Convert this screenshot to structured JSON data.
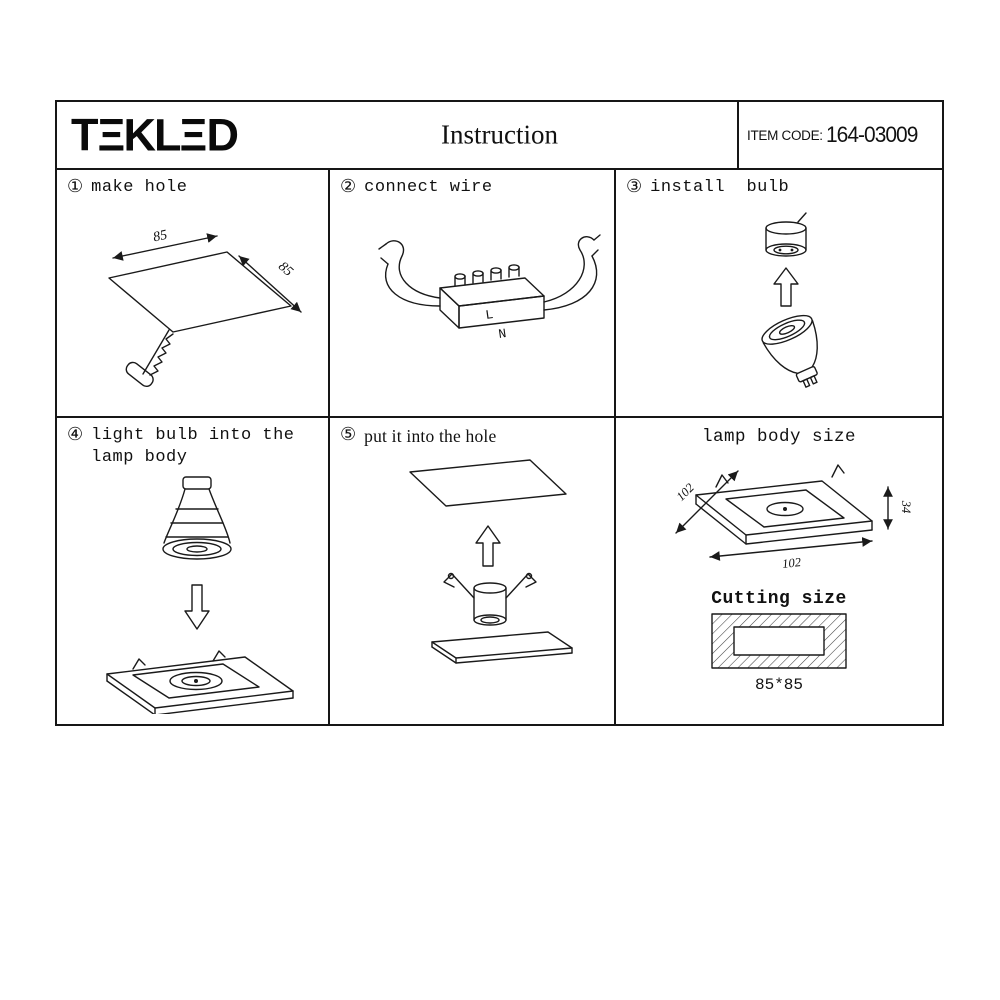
{
  "header": {
    "logo": "TEKLED",
    "title": "Instruction",
    "item_code_label": "ITEM CODE:",
    "item_code_value": "164-03009"
  },
  "steps": {
    "s1": {
      "num": "①",
      "label": "make hole",
      "dim_a": "85",
      "dim_b": "85"
    },
    "s2": {
      "num": "②",
      "label": "connect wire",
      "live": "L",
      "neutral": "N"
    },
    "s3": {
      "num": "③",
      "label": "install  bulb"
    },
    "s4": {
      "num": "④",
      "label": "light bulb into the\nlamp body"
    },
    "s5": {
      "num": "⑤",
      "label": "put it into the hole"
    }
  },
  "size_panel": {
    "lamp_title": "lamp body size",
    "dim_left": "102",
    "dim_bottom": "102",
    "dim_right": "34",
    "cutting_title": "Cutting size",
    "cutting_value": "85*85"
  }
}
